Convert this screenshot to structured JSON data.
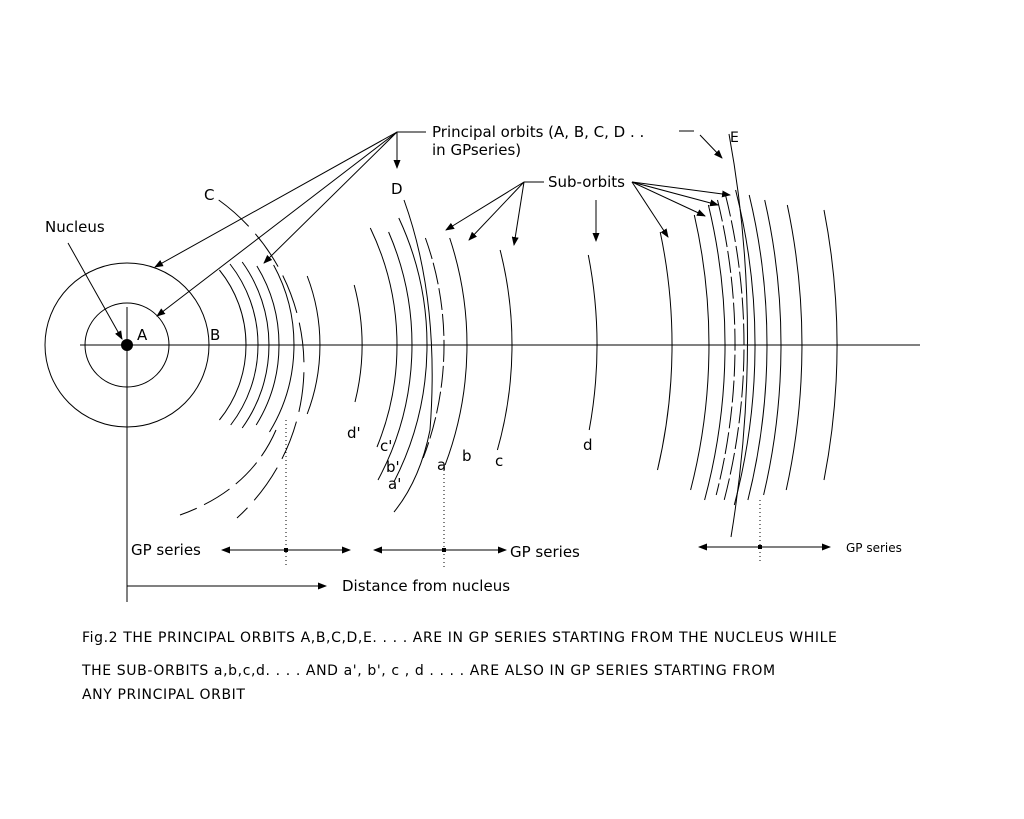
{
  "labels": {
    "nucleus": "Nucleus",
    "A": "A",
    "B": "B",
    "C": "C",
    "D": "D",
    "E": "E",
    "principal_line1": "Principal orbits (A, B, C, D . .",
    "principal_line2": "in GPseries)",
    "sub_orbits": "Sub-orbits",
    "a": "a",
    "b": "b",
    "c": "c",
    "d": "d",
    "a_prime": "a'",
    "b_prime": "b'",
    "c_prime": "c'",
    "d_prime": "d'",
    "gp_series_1": "GP series",
    "gp_series_2": "GP series",
    "gp_series_3": "GP series",
    "distance": "Distance from nucleus"
  },
  "caption": {
    "line1": "Fig.2 THE PRINCIPAL ORBITS A,B,C,D,E. . . . ARE IN GP SERIES STARTING FROM THE NUCLEUS WHILE",
    "line2": "THE SUB-ORBITS a,b,c,d. . . . AND a', b', c , d . . . . ARE ALSO IN GP SERIES STARTING FROM",
    "line3": "ANY PRINCIPAL ORBIT"
  }
}
